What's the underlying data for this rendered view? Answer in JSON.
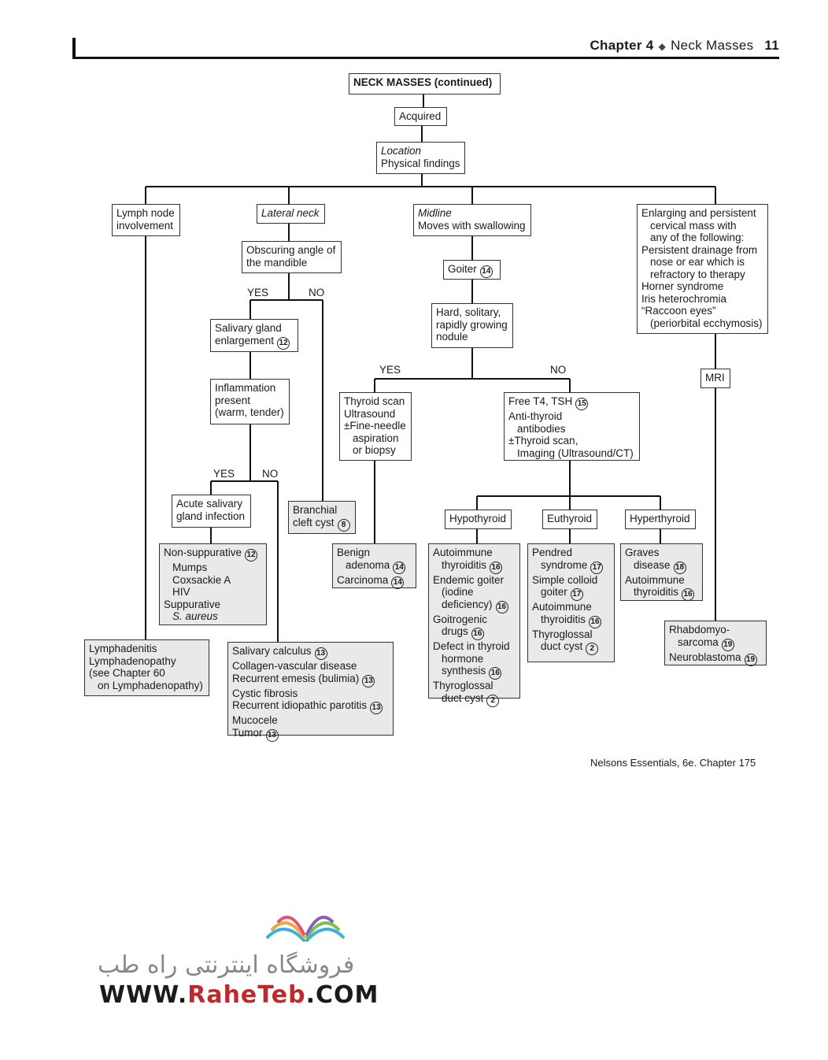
{
  "header": {
    "chapter": "Chapter 4",
    "section": "Neck Masses",
    "page": "11",
    "separator": "◆"
  },
  "diagram": {
    "title": "NECK MASSES (continued)",
    "acquired": "Acquired",
    "location": [
      "Location",
      "Physical findings"
    ],
    "lymph": [
      "Lymph node",
      "involvement"
    ],
    "lateral": "Lateral neck",
    "midline": [
      "Midline",
      "Moves with swallowing"
    ],
    "enlarging": [
      "Enlarging and persistent",
      "cervical mass with",
      "any of the following:",
      "Persistent drainage from",
      "nose or ear which is",
      "refractory to therapy",
      "Horner syndrome",
      "Iris heterochromia",
      "“Raccoon eyes”",
      "(periorbital ecchymosis)"
    ],
    "obscuring": [
      "Obscuring angle of",
      "the mandible"
    ],
    "goiter": "Goiter",
    "goiter_ref": "14",
    "hard": [
      "Hard, solitary,",
      "rapidly growing",
      "nodule"
    ],
    "yes": "YES",
    "no": "NO",
    "salivary": [
      "Salivary gland",
      "enlargement"
    ],
    "salivary_ref": "12",
    "inflammation": [
      "Inflammation",
      "present",
      "(warm, tender)"
    ],
    "acute": [
      "Acute salivary",
      "gland infection"
    ],
    "branchial": [
      "Branchial",
      "cleft cyst"
    ],
    "branchial_ref": "8",
    "nonsupp": [
      "Non-suppurative",
      "Mumps",
      "Coxsackie A",
      "HIV",
      "Suppurative",
      "S. aureus"
    ],
    "nonsupp_ref": "12",
    "lymphadenitis": [
      "Lymphadenitis",
      "Lymphadenopathy",
      "(see Chapter 60",
      "on Lymphadenopathy)"
    ],
    "calculus": [
      "Salivary calculus",
      "Collagen-vascular disease",
      "Recurrent emesis (bulimia)",
      "Cystic fibrosis",
      "Recurrent idiopathic parotitis",
      "Mucocele",
      "Tumor"
    ],
    "calculus_refs": [
      "13",
      "",
      "13",
      "",
      "13",
      "",
      "13"
    ],
    "thyroid_scan": [
      "Thyroid scan",
      "Ultrasound",
      "±Fine-needle",
      "aspiration",
      "or biopsy"
    ],
    "freet4": [
      "Free T4, TSH",
      "Anti-thyroid",
      "antibodies",
      "±Thyroid scan,",
      "Imaging (Ultrasound/CT)"
    ],
    "freet4_ref": "15",
    "benign": [
      "Benign",
      "adenoma",
      "Carcinoma"
    ],
    "benign_refs": [
      "14",
      "14"
    ],
    "hypo": "Hypothyroid",
    "eu": "Euthyroid",
    "hyper": "Hyperthyroid",
    "hypo_list": [
      "Autoimmune",
      "thyroiditis",
      "Endemic goiter",
      "(iodine",
      "deficiency)",
      "Goitrogenic",
      "drugs",
      "Defect in thyroid",
      "hormone",
      "synthesis",
      "Thyroglossal",
      "duct cyst"
    ],
    "hypo_refs": [
      "16",
      "16",
      "16",
      "16",
      "2"
    ],
    "eu_list": [
      "Pendred",
      "syndrome",
      "Simple colloid",
      "goiter",
      "Autoimmune",
      "thyroiditis",
      "Thyroglossal",
      "duct cyst"
    ],
    "eu_refs": [
      "17",
      "17",
      "16",
      "2"
    ],
    "hyper_list": [
      "Graves",
      "disease",
      "Autoimmune",
      "thyroiditis"
    ],
    "hyper_refs": [
      "18",
      "16"
    ],
    "mri": "MRI",
    "rhabdo": [
      "Rhabdomyo-",
      "sarcoma",
      "Neuroblastoma"
    ],
    "rhabdo_refs": [
      "19",
      "19"
    ]
  },
  "citation": "Nelsons Essentials, 6e. Chapter 175",
  "watermark": {
    "persian": "فروشگاه اینترنتی راه طب",
    "url_prefix": "WWW.",
    "url_brand": "RaheTeb",
    "url_suffix": ".COM"
  }
}
